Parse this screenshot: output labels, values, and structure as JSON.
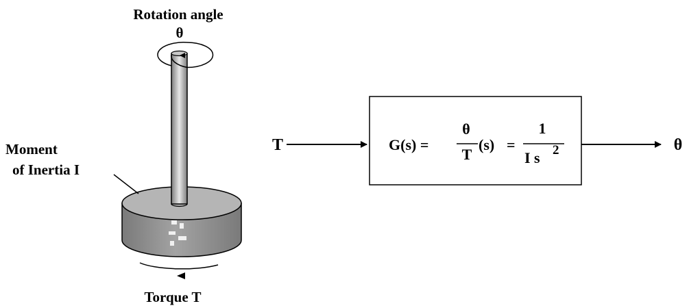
{
  "plant": {
    "rotation_label": "Rotation angle",
    "theta_symbol": "θ",
    "moment_label_line1": "Moment",
    "moment_label_line2": "of Inertia I",
    "torque_label": "Torque T"
  },
  "block_diagram": {
    "input_label": "T",
    "output_label": "θ",
    "gs_prefix": "G(s) =",
    "frac1_num": "θ",
    "frac1_den": "T",
    "frac1_suffix": "(s)",
    "equals": "=",
    "frac2_num": "1",
    "frac2_den": "I s",
    "exponent": "2"
  },
  "colors": {
    "ink": "#000000",
    "disk_top": "#b3b3b3",
    "disk_side": "#8f8f8f",
    "shaft": "#9a9a9a",
    "shaft_highlight": "#e6e6e6"
  }
}
